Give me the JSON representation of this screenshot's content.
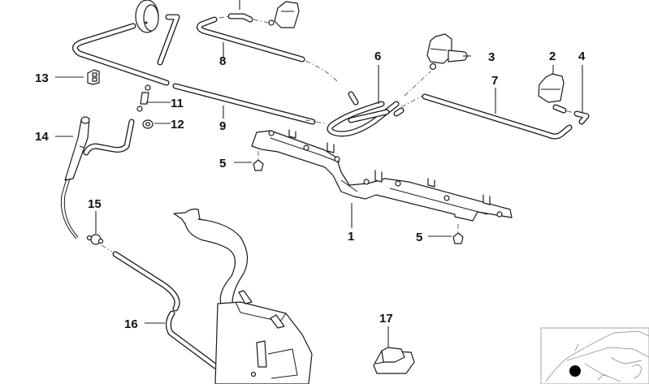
{
  "diagram": {
    "type": "exploded parts diagram",
    "subject": "windshield washer system",
    "callouts": [
      {
        "id": "1",
        "label": "1"
      },
      {
        "id": "2",
        "label": "2"
      },
      {
        "id": "3",
        "label": "3"
      },
      {
        "id": "4",
        "label": "4"
      },
      {
        "id": "5a",
        "label": "5"
      },
      {
        "id": "5b",
        "label": "5"
      },
      {
        "id": "6",
        "label": "6"
      },
      {
        "id": "7",
        "label": "7"
      },
      {
        "id": "8",
        "label": "8"
      },
      {
        "id": "9",
        "label": "9"
      },
      {
        "id": "11",
        "label": "11"
      },
      {
        "id": "12",
        "label": "12"
      },
      {
        "id": "13",
        "label": "13"
      },
      {
        "id": "14",
        "label": "14"
      },
      {
        "id": "15",
        "label": "15"
      },
      {
        "id": "16",
        "label": "16"
      },
      {
        "id": "17",
        "label": "17"
      }
    ],
    "locator": {
      "description": "vehicle locator thumbnail",
      "marker_color": "#000000"
    }
  }
}
